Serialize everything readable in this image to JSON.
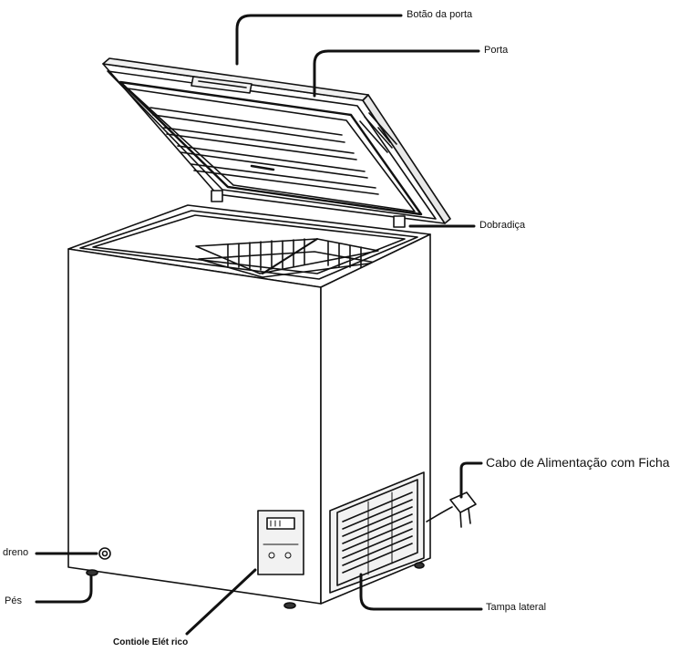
{
  "labels": {
    "door_button": "Botão da porta",
    "door": "Porta",
    "hinge": "Dobradiça",
    "power_cable": "Cabo de Alimentação com Ficha",
    "drain": "dreno",
    "feet": "Pés",
    "side_cover": "Tampa lateral",
    "electronic_control": "Contiole Elét rico"
  },
  "colors": {
    "line": "#111111",
    "body_fill": "#ffffff",
    "panel_fill": "#f4f4f4"
  }
}
